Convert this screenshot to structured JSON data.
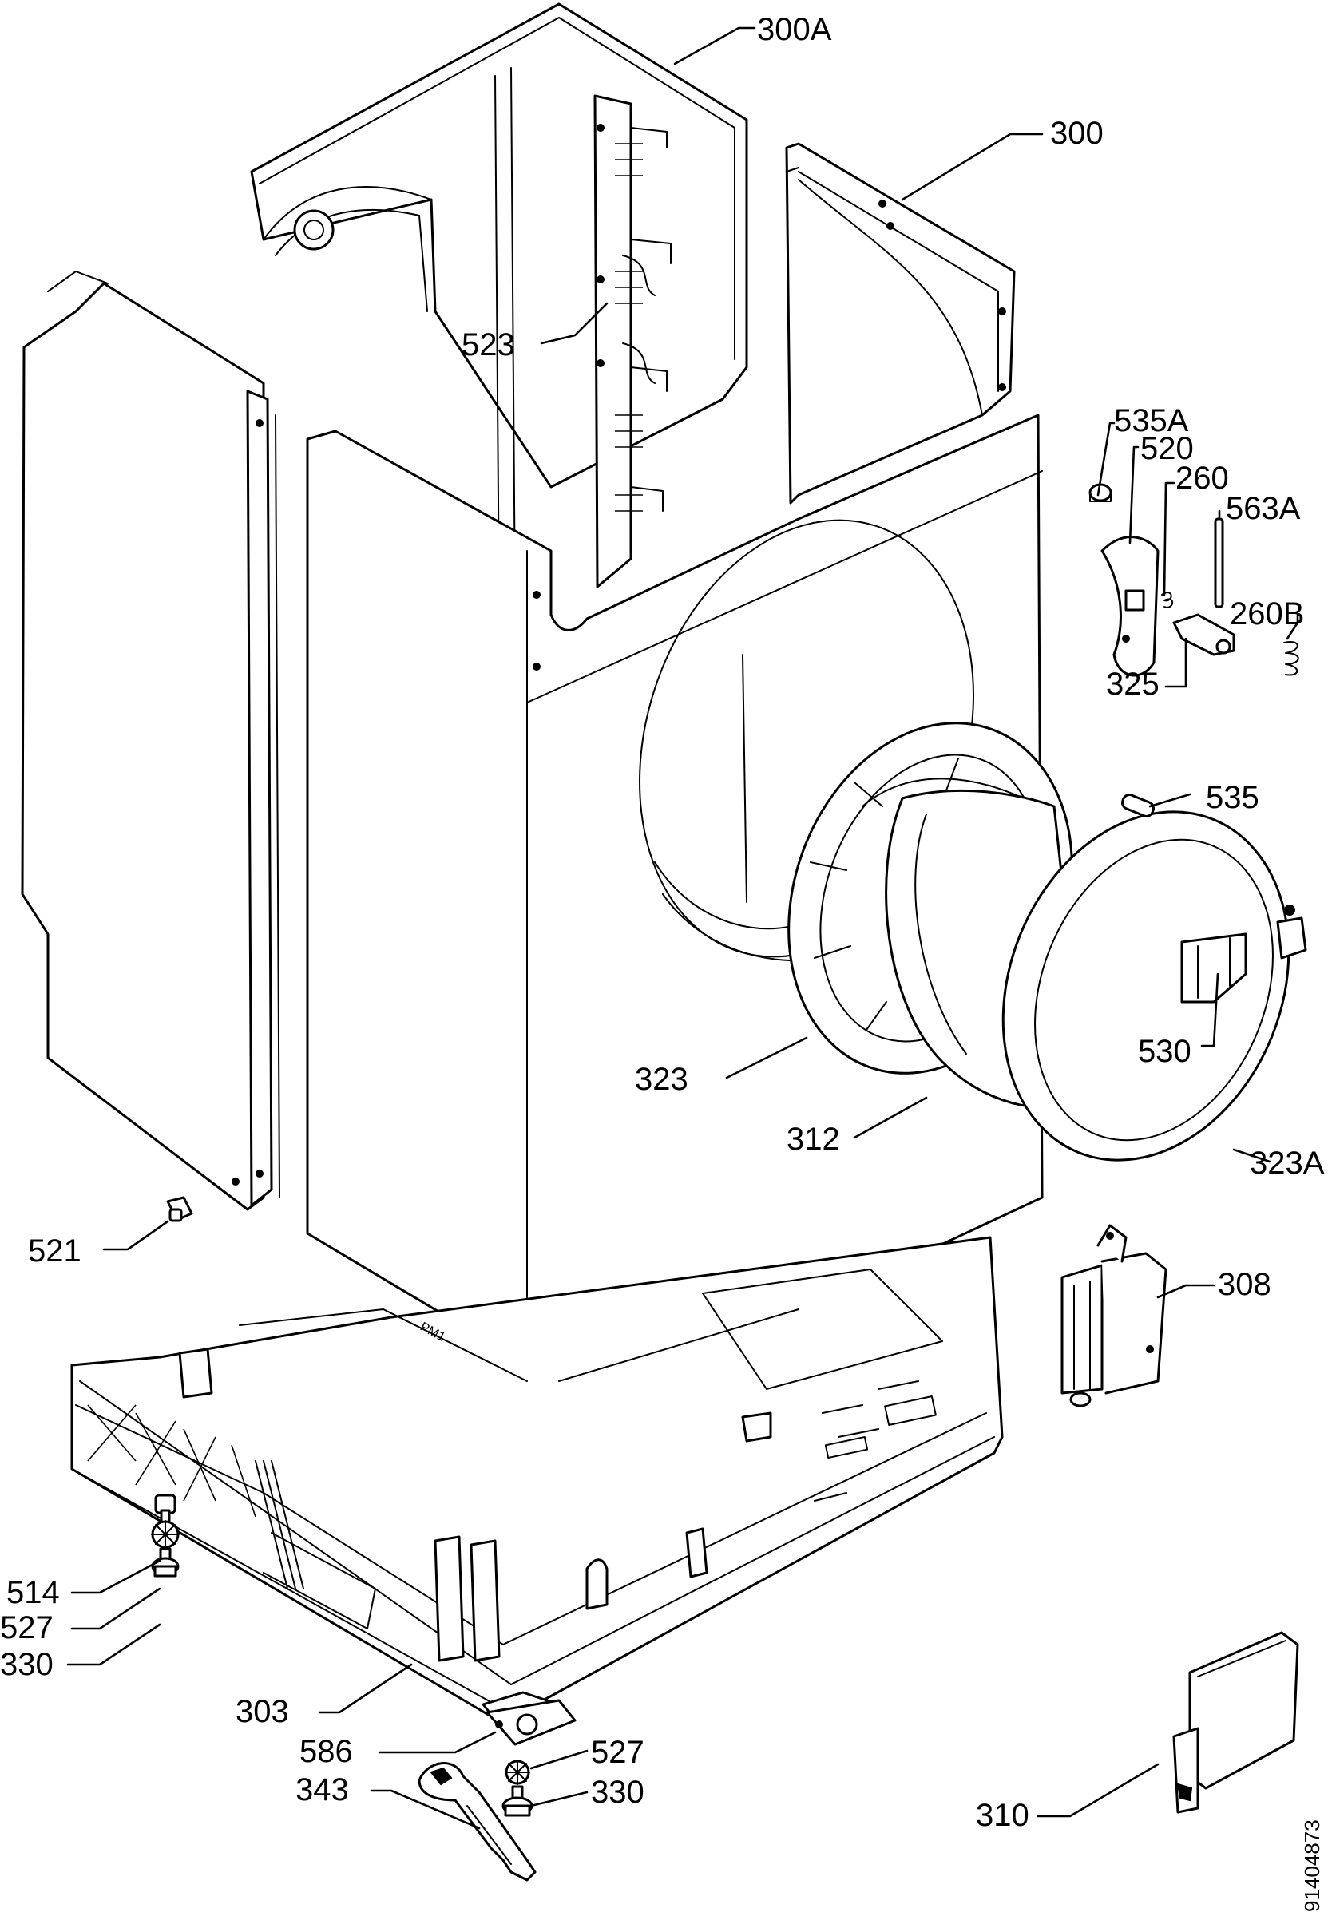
{
  "callouts": {
    "c300A": "300A",
    "c300": "300",
    "c523": "523",
    "c535A": "535A",
    "c520": "520",
    "c260": "260",
    "c563A": "563A",
    "c260B": "260B",
    "c325": "325",
    "c535": "535",
    "c530": "530",
    "c323": "323",
    "c312": "312",
    "c323A": "323A",
    "c521": "521",
    "c308": "308",
    "c514": "514",
    "c527a": "527",
    "c330a": "330",
    "c303": "303",
    "c586": "586",
    "c527b": "527",
    "c343": "343",
    "c330b": "330",
    "c310": "310"
  },
  "base_marking": "PM1",
  "drawing_number": "91404873"
}
